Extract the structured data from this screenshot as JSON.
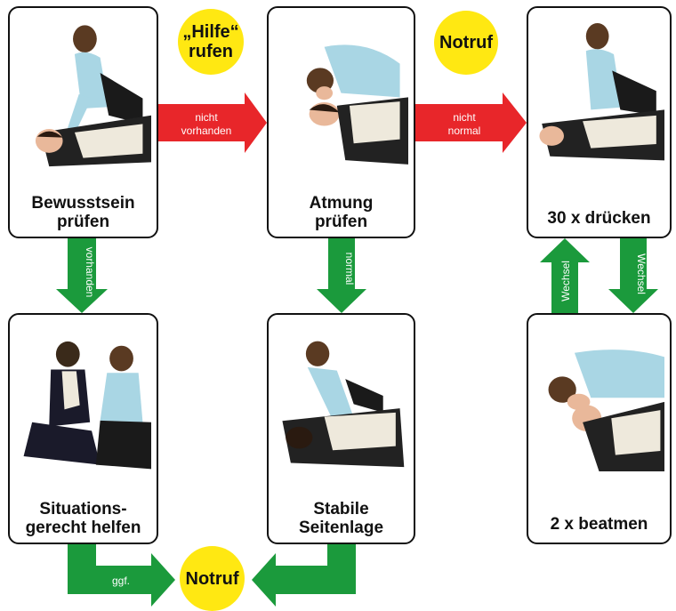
{
  "colors": {
    "red_arrow": "#e8262a",
    "green_arrow": "#1b9a3c",
    "circle": "#ffe812",
    "border": "#111111"
  },
  "cards": {
    "bewusstsein": {
      "label": "Bewusstsein\nprüfen"
    },
    "atmung": {
      "label": "Atmung\nprüfen"
    },
    "druecken": {
      "label": "30 x drücken"
    },
    "situation": {
      "label": "Situations-\ngerecht helfen"
    },
    "seitenlage": {
      "label": "Stabile\nSeitenlage"
    },
    "beatmen": {
      "label": "2 x beatmen"
    }
  },
  "circles": {
    "hilfe_rufen": "„Hilfe“\nrufen",
    "notruf_top": "Notruf",
    "notruf_bottom": "Notruf"
  },
  "arrows": {
    "nicht_vorhanden": [
      "nicht",
      "vorhanden"
    ],
    "nicht_normal": [
      "nicht",
      "normal"
    ],
    "vorhanden": "vorhanden",
    "normal": "normal",
    "wechsel_up": "Wechsel",
    "wechsel_down": "Wechsel",
    "ggf": "ggf."
  }
}
